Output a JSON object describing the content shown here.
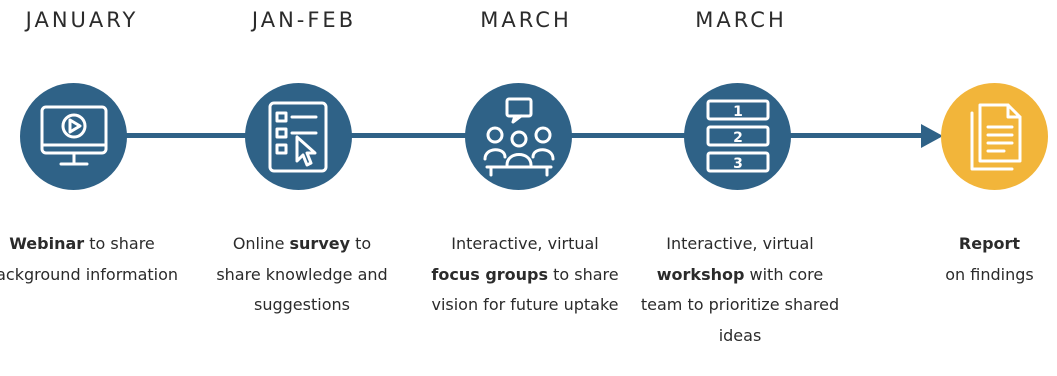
{
  "colors": {
    "step_blue": "#2f6287",
    "report_gold": "#f2b53a",
    "connector": "#2f6287"
  },
  "steps": [
    {
      "month": "JANUARY",
      "icon": "webinar-monitor-play-icon",
      "caption": {
        "before": "",
        "bold": "Webinar",
        "after": " to share background information"
      }
    },
    {
      "month": "JAN-FEB",
      "icon": "survey-checklist-cursor-icon",
      "caption": {
        "before": "Online ",
        "bold": "survey",
        "after": " to share knowledge and suggestions"
      }
    },
    {
      "month": "MARCH",
      "icon": "focus-group-people-icon",
      "caption": {
        "before": "Interactive, virtual ",
        "bold": "focus groups",
        "after": " to share vision for future uptake"
      }
    },
    {
      "month": "MARCH",
      "icon": "workshop-numbered-list-icon",
      "caption": {
        "before": "Interactive, virtual ",
        "bold": "workshop",
        "after": " with core team to prioritize shared ideas"
      }
    },
    {
      "month": "",
      "icon": "report-documents-icon",
      "caption": {
        "before": "",
        "bold": "Report",
        "after": " on findings"
      }
    }
  ],
  "workshop_numbers": [
    "1",
    "2",
    "3"
  ]
}
